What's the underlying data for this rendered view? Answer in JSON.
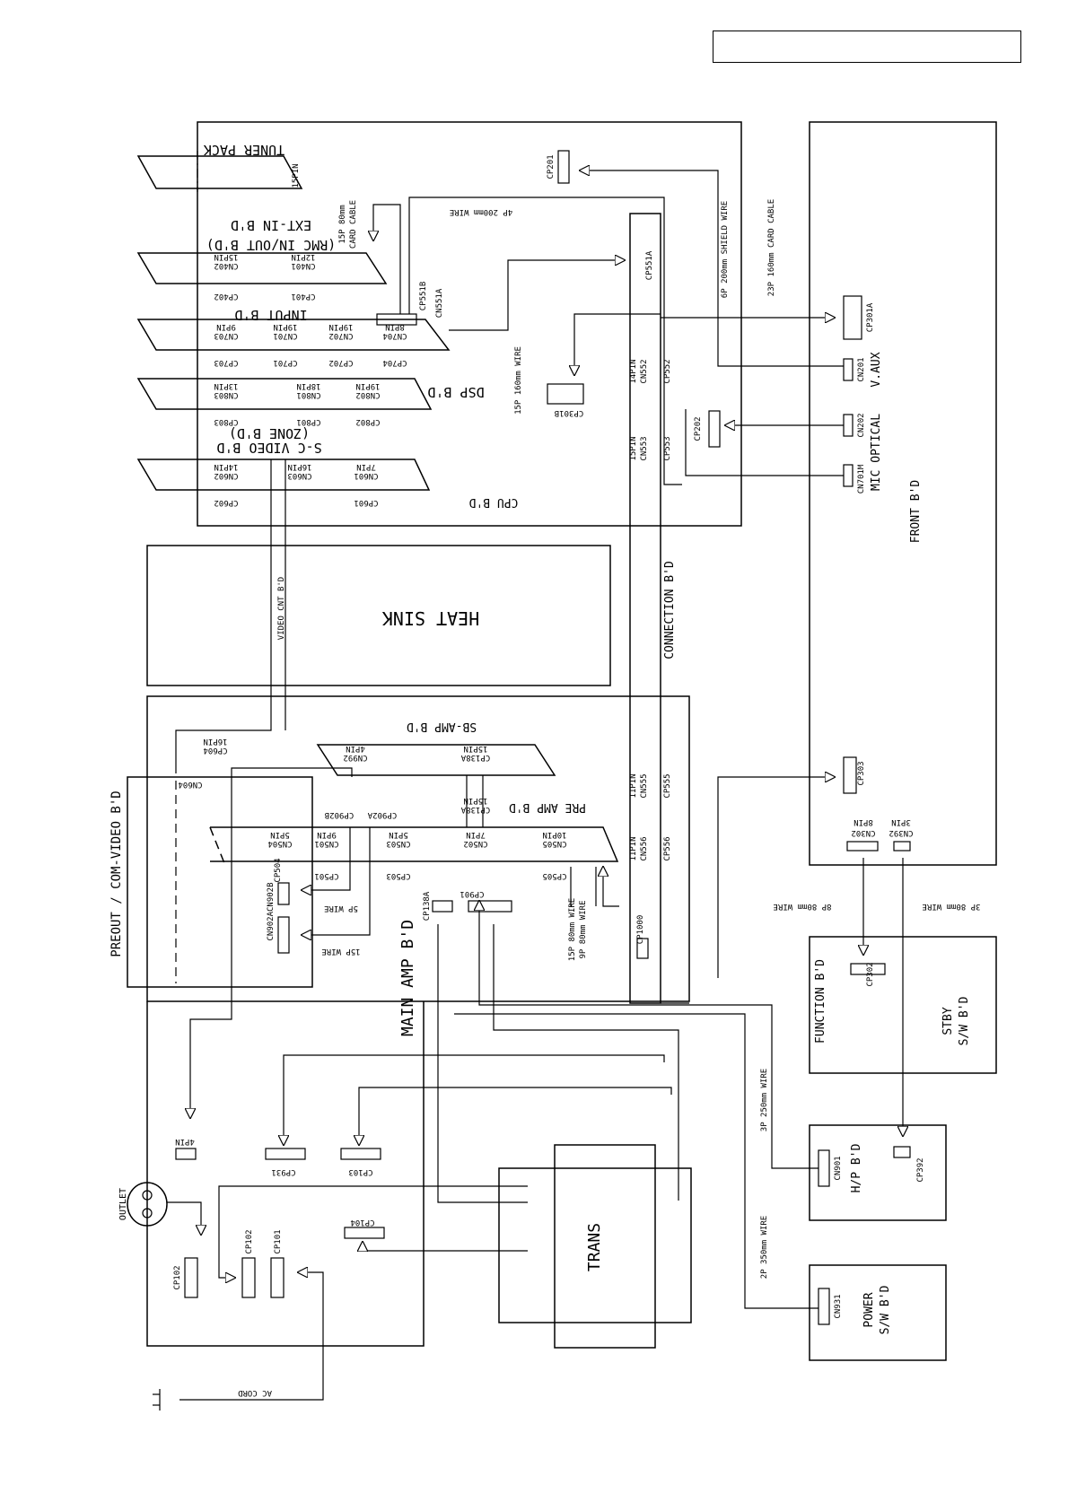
{
  "header": {
    "title_box_text": ""
  },
  "boards": {
    "tuner_pack": "TUNER PACK",
    "ext_in": "EXT-IN B'D",
    "rmc": "(RMC IN/OUT B'D)",
    "input": "INPUT B'D",
    "dsp": "DSP B'D",
    "svideo": "S-C VIDEO B'D",
    "zone": "(ZONE B'D)",
    "cpu": "CPU B'D",
    "heat_sink": "HEAT SINK",
    "connection": "CONNECTION B'D",
    "front": "FRONT B'D",
    "sb_amp": "SB-AMP B'D",
    "pre_amp": "PRE AMP B'D",
    "preout": "PREOUT / COM-VIDEO B'D",
    "main_amp": "MAIN AMP B'D",
    "trans": "TRANS",
    "function": "FUNCTION B'D",
    "stby1": "STBY",
    "stby2": "S/W B'D",
    "hp": "H/P B'D",
    "power1": "POWER",
    "power2": "S/W B'D",
    "outlet": "OUTLET",
    "ac_cord": "AC CORD",
    "video_cnt": "VIDEO CNT B'D",
    "mic_optical": "MIC OPTICAL",
    "vaux": "V.AUX"
  },
  "wires": {
    "w4p200": "4P 200mm WIRE",
    "w15p80card": "15P 80mm",
    "card_cable": "CARD CABLE",
    "w15p160": "15P 160mm WIRE",
    "w6p200": "6P 200mm SHIELD WIRE",
    "w23p160": "23P 160mm CARD CABLE",
    "w5p": "5P WIRE",
    "w15p": "15P WIRE",
    "w15p80": "15P 80mm WIRE",
    "w9p80": "9P 80mm WIRE",
    "w8p80": "8P 80mm WIRE",
    "w3p80": "3P 80mm WIRE",
    "w3p250": "3P 250mm WIRE",
    "w2p350": "2P 350mm WIRE"
  },
  "connectors": {
    "p15pin": "15PIN",
    "cn402": "CN402",
    "cn402p": "15PIN",
    "cp402": "CP402",
    "cn401": "CN401",
    "cn401p": "12PIN",
    "cp401": "CP401",
    "cp551b": "CP551B",
    "cn551a": "CN551A",
    "cn703": "CN703",
    "cn703p": "9PIN",
    "cp703": "CP703",
    "cn701": "CN701",
    "cn701p": "19PIN",
    "cp701": "CP701",
    "cn702": "CN702",
    "cn702p": "19PIN",
    "cp702": "CP702",
    "cn704": "CN704",
    "cn704p": "8PIN",
    "cp704": "CP704",
    "cn803": "CN803",
    "cn803p": "13PIN",
    "cp803": "CP803",
    "cn801": "CN801",
    "cn801p": "18PIN",
    "cp801": "CP801",
    "cn802": "CN802",
    "cn802p": "19PIN",
    "cp802": "CP802",
    "cn602": "CN602",
    "cn602p": "14PIN",
    "cp602": "CP602",
    "cn603": "CN603",
    "cn603p": "16PIN",
    "cn601": "CN601",
    "cn601p": "7PIN",
    "cp601": "CP601",
    "cp201": "CP201",
    "cp551a": "CP551A",
    "cp301b": "CP301B",
    "cn552p": "14PIN",
    "cn552": "CN552",
    "cp552": "CP552",
    "cn553p": "15PIN",
    "cn553": "CN553",
    "cp553": "CP553",
    "cp202": "CP202",
    "cp301a": "CP301A",
    "cn201": "CN201",
    "cn202": "CN202",
    "cn701m": "CN701M",
    "cp604": "CP604",
    "cp604p": "16PIN",
    "cn604": "CN604",
    "cn992": "CN992",
    "cn992p": "4PIN",
    "cp138a": "CP138A",
    "cp138ap": "15PIN",
    "cp138a2": "CP138A",
    "cp138a2p": "15PIN",
    "cn555p": "11PIN",
    "cn555": "CN555",
    "cp555": "CP555",
    "cn556p": "11PIN",
    "cn556": "CN556",
    "cp556": "CP556",
    "cp903": "CP303",
    "cn302p": "8PIN",
    "cn302": "CN302",
    "cn392p": "3PIN",
    "cn392": "CN392",
    "cp902b": "CP902B",
    "cp902a": "CP902A",
    "cn504": "CN504",
    "cn504p": "5PIN",
    "cp504": "CP504",
    "cn501": "CN501",
    "cn501p": "9PIN",
    "cp501": "CP501",
    "cn503": "CN503",
    "cn503p": "5PIN",
    "cp503": "CP503",
    "cn502": "CN502",
    "cn502p": "7PIN",
    "cn505": "CN505",
    "cn505p": "10PIN",
    "cp505": "CP505",
    "cn902": "CN902ACN902B",
    "cp138a3": "CP138A",
    "cp901": "CP901",
    "cp1000": "CP1000",
    "cp302": "CP302",
    "cn901": "CN901",
    "cp392": "CP392",
    "cn931": "CN931",
    "pin4": "4PIN",
    "cp931": "CP931",
    "cp103": "CP103",
    "cp104": "CP104",
    "cp102": "CP102",
    "cp102b": "CP102",
    "cp101": "CP101"
  }
}
